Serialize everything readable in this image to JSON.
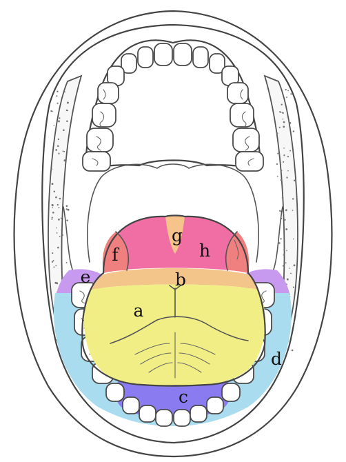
{
  "labels": {
    "a": "a",
    "b": "b",
    "c": "c",
    "d": "d",
    "e": "e",
    "f": "f",
    "g": "g",
    "h": "h"
  },
  "colors": {
    "a": "#f2ee86",
    "b": "#f3c58a",
    "c": "#8a7cf0",
    "d": "#a9dcee",
    "e": "#c79af0",
    "f": "#f07f7f",
    "g": "#f6c48a",
    "h": "#f06ea4"
  }
}
